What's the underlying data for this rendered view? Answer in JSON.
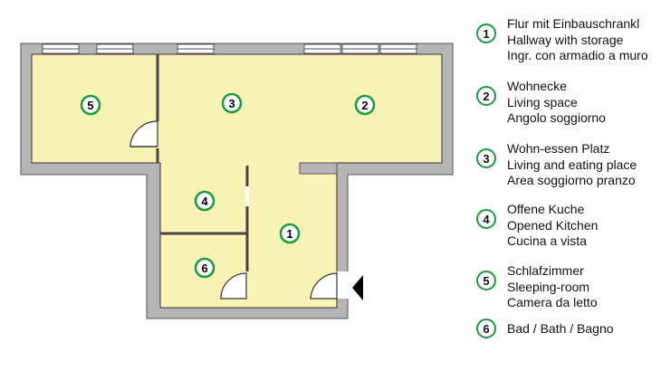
{
  "rooms": [
    {
      "number": "1",
      "lines": [
        "Flur mit Einbauschrankl",
        "Hallway with storage",
        "Ingr. con armadio a muro"
      ]
    },
    {
      "number": "2",
      "lines": [
        "Wohnecke",
        "Living space",
        "Angolo soggiorno"
      ]
    },
    {
      "number": "3",
      "lines": [
        "Wohn-essen Platz",
        "Living and eating place",
        "Area soggiorno pranzo"
      ]
    },
    {
      "number": "4",
      "lines": [
        "Offene Kuche",
        "Opened Kitchen",
        "Cucina  a vista"
      ]
    },
    {
      "number": "5",
      "lines": [
        "Schlafzimmer",
        "Sleeping-room",
        "Camera da letto"
      ]
    },
    {
      "number": "6",
      "lines": [
        "Bad / Bath / Bagno"
      ]
    }
  ],
  "colors": {
    "floor": "#f7f3b5",
    "wall": "#b5b5b5",
    "wall_outline": "#555555",
    "badge_ring": "#1c9a3e",
    "entrance_arrow": "#000000"
  }
}
